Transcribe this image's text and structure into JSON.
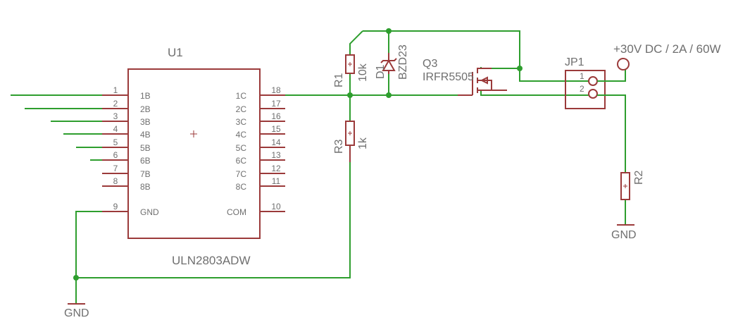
{
  "ic": {
    "name": "U1",
    "value": "ULN2803ADW",
    "left_pins": [
      {
        "num": "1",
        "label": "1B"
      },
      {
        "num": "2",
        "label": "2B"
      },
      {
        "num": "3",
        "label": "3B"
      },
      {
        "num": "4",
        "label": "4B"
      },
      {
        "num": "5",
        "label": "5B"
      },
      {
        "num": "6",
        "label": "6B"
      },
      {
        "num": "7",
        "label": "7B"
      },
      {
        "num": "8",
        "label": "8B"
      },
      {
        "num": "9",
        "label": "GND"
      }
    ],
    "right_pins": [
      {
        "num": "18",
        "label": "1C"
      },
      {
        "num": "17",
        "label": "2C"
      },
      {
        "num": "16",
        "label": "3C"
      },
      {
        "num": "15",
        "label": "4C"
      },
      {
        "num": "14",
        "label": "5C"
      },
      {
        "num": "13",
        "label": "6C"
      },
      {
        "num": "12",
        "label": "7C"
      },
      {
        "num": "11",
        "label": "8C"
      },
      {
        "num": "10",
        "label": "COM"
      }
    ]
  },
  "r1": {
    "name": "R1",
    "value": "10k"
  },
  "r2": {
    "name": "R2"
  },
  "r3": {
    "name": "R3",
    "value": "1k"
  },
  "d1": {
    "name": "D1",
    "value": "BZD23"
  },
  "q3": {
    "name": "Q3",
    "value": "IRFR5505"
  },
  "jp1": {
    "name": "JP1",
    "pin1": "1",
    "pin2": "2"
  },
  "supply": {
    "label": "+30V DC / 2A / 60W"
  },
  "gnd_left": {
    "label": "GND"
  },
  "gnd_right": {
    "label": "GND"
  },
  "colors": {
    "wire": "#2e9e2e",
    "symbol": "#9b3a3a",
    "text": "#6f6f6f",
    "background": "#ffffff"
  }
}
